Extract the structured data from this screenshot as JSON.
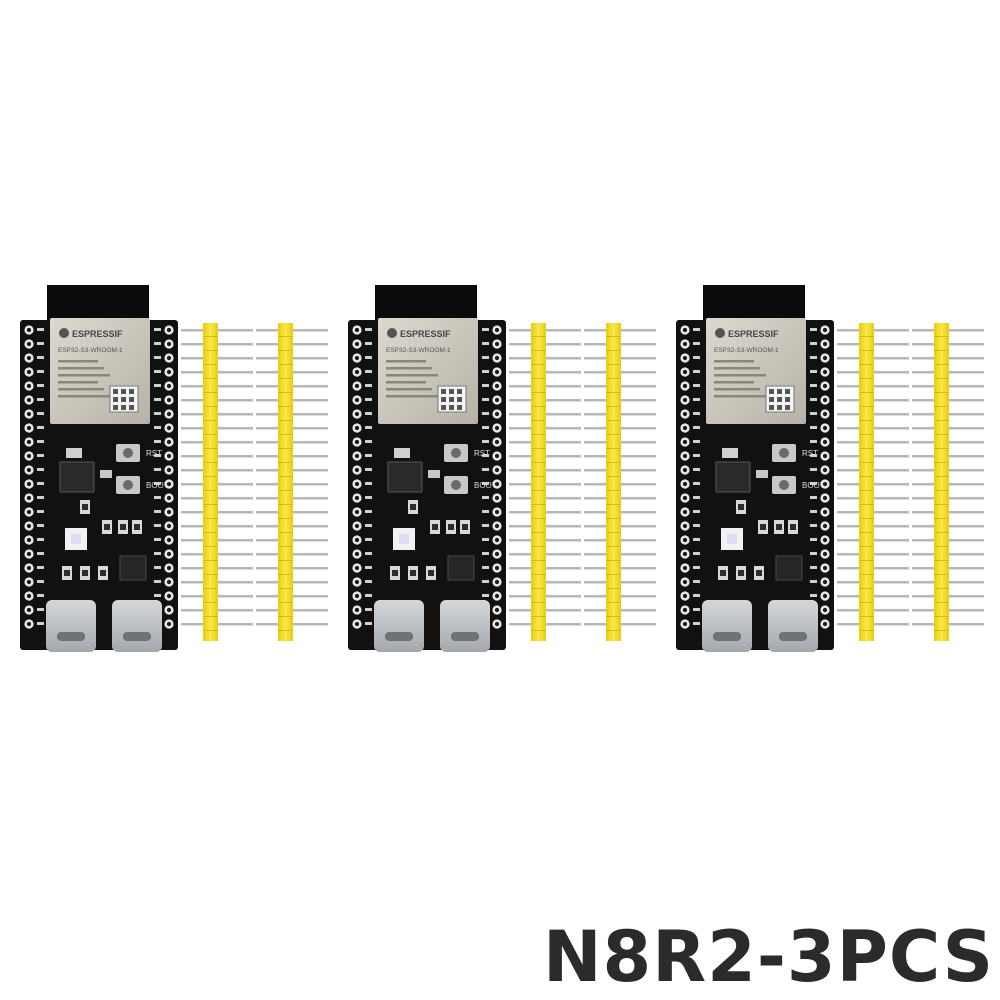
{
  "caption": "N8R2-3PCS",
  "product": {
    "quantity": 3,
    "module_brand": "ESPRESSIF",
    "module_model": "ESP32-S3-WROOM-1",
    "button_labels": [
      "RST",
      "BOOT"
    ]
  },
  "colors": {
    "background": "#ffffff",
    "board": "#111111",
    "module_shield": "#c8c3b8",
    "header_plastic": "#f2dc20",
    "header_pin": "#b8b8b8",
    "usb_connector": "#bfc2c5",
    "caption_text": "#2b2b2b"
  }
}
